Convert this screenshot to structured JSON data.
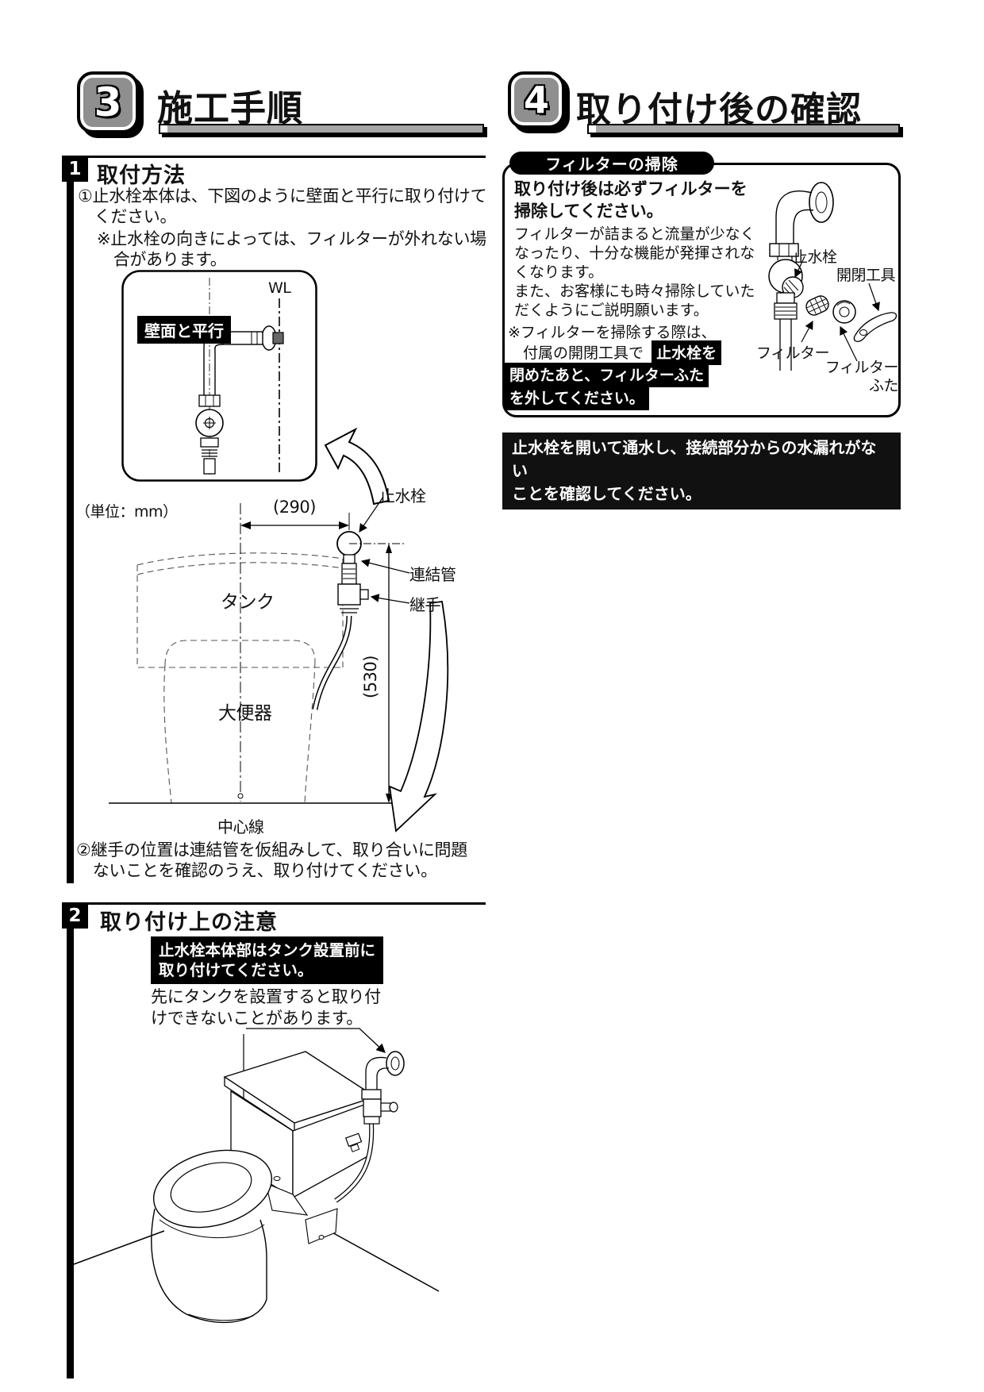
{
  "left": {
    "header": {
      "num": "3",
      "title": "施工手順"
    },
    "section1": {
      "num": "1",
      "title": "取付方法",
      "para1": "①止水栓本体は、下図のように壁面と平行に取り付けて\n　ください。",
      "note1": "※止水栓の向きによっては、フィルターが外れない場\n　合があります。",
      "diagram_wall": {
        "wl": "WL",
        "wall_label": "壁面と平行"
      },
      "diagram_dim": {
        "unit": "（単位：mm）",
        "dim_width": "(290)",
        "dim_height": "(530)",
        "stop_valve": "止水栓",
        "connect_pipe": "連結管",
        "joint": "継手",
        "tank": "タンク",
        "bowl": "大便器",
        "center_line": "中心線"
      },
      "para2": "②継手の位置は連結管を仮組みして、取り合いに問題\n　ないことを確認のうえ、取り付けてください。"
    },
    "section2": {
      "num": "2",
      "title": "取り付け上の注意",
      "notice": "止水栓本体部はタンク設置前に\n取り付けてください。",
      "caption": "先にタンクを設置すると取り付\nけできないことがあります。"
    }
  },
  "right": {
    "header": {
      "num": "4",
      "title": "取り付け後の確認"
    },
    "filter_box": {
      "tag": "フィルターの掃除",
      "lead": "取り付け後は必ずフィルターを\n掃除してください。",
      "body": "フィルターが詰まると流量が少なく\nなったり、十分な機能が発揮されな\nくなります。\nまた、お客様にも時々掃除していた\nだくようにご説明願います。",
      "note_line1": "※フィルターを掃除する際は、",
      "note_line2_plain": "付属の開閉工具で",
      "note_line2_hl": "止水栓を",
      "note_line3_hl": "閉めたあと、フィルターふた",
      "note_line4_hl": "を外してください。",
      "labels": {
        "stop_valve": "止水栓",
        "tool": "開閉工具",
        "filter": "フィルター",
        "lid": "フィルター\nふた"
      }
    },
    "banner": "止水栓を開いて通水し、接続部分からの水漏れがない\nことを確認してください。"
  },
  "colors": {
    "ink": "#000000",
    "badge_gray": "#8f8f8f",
    "bar_gray": "#a6a6a6"
  }
}
